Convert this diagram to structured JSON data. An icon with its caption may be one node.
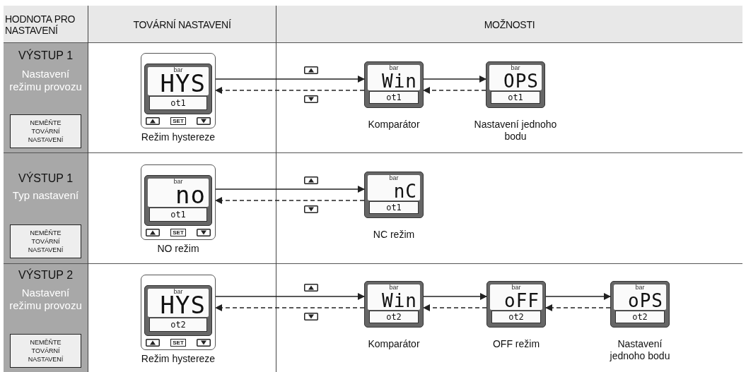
{
  "diagram": {
    "nodes": [
      {
        "text": [
          "NEMĚŇTE TOVÁRNÍ NASTAVENÍ"
        ]
      },
      {
        "text": [
          "bar",
          "HYS",
          "ot1",
          "SET"
        ],
        "beside": [
          "Režim hystereze"
        ]
      },
      {
        "text": [
          "bar",
          "Win",
          "ot1"
        ],
        "beside": [
          "Komparátor"
        ]
      },
      {
        "text": [
          "bar",
          "OPS",
          "ot1"
        ],
        "beside": [
          "Nastavení jednoho bodu"
        ]
      },
      {
        "text": [
          "NEMĚŇTE TOVÁRNÍ NASTAVENÍ"
        ]
      },
      {
        "text": [
          "bar",
          "no",
          "ot1",
          "SET"
        ],
        "beside": [
          "NO režim"
        ]
      },
      {
        "text": [
          "bar",
          "nC",
          "ot1"
        ],
        "beside": [
          "NC režim"
        ]
      },
      {
        "text": [
          "NEMĚŇTE TOVÁRNÍ NASTAVENÍ"
        ]
      },
      {
        "text": [
          "bar",
          "HYS",
          "ot2",
          "SET"
        ],
        "beside": [
          "Režim hystereze"
        ]
      },
      {
        "text": [
          "bar",
          "Win",
          "ot2"
        ],
        "beside": [
          "Komparátor"
        ]
      },
      {
        "text": [
          "bar",
          "oFF",
          "ot2"
        ],
        "beside": [
          "OFF režim"
        ]
      },
      {
        "text": [
          "bar",
          "oPS",
          "ot2"
        ],
        "beside": [
          "Nastavení jednoho bodu"
        ]
      }
    ],
    "edges": [
      {
        "from": 1,
        "to": 2,
        "arrow": "to"
      },
      {
        "from": 2,
        "to": 1,
        "arrow": "to",
        "style": "dashed"
      },
      {
        "from": 2,
        "to": 3,
        "arrow": "to"
      },
      {
        "from": 3,
        "to": 2,
        "arrow": "to",
        "style": "dashed"
      },
      {
        "from": 5,
        "to": 6,
        "arrow": "to"
      },
      {
        "from": 6,
        "to": 5,
        "arrow": "to",
        "style": "dashed"
      },
      {
        "from": 8,
        "to": 9,
        "arrow": "to"
      },
      {
        "from": 9,
        "to": 8,
        "arrow": "to",
        "style": "dashed"
      },
      {
        "from": 9,
        "to": 10,
        "arrow": "to"
      },
      {
        "from": 10,
        "to": 9,
        "arrow": "to",
        "style": "dashed"
      },
      {
        "from": 10,
        "to": 11,
        "arrow": "to"
      },
      {
        "from": 11,
        "to": 10,
        "arrow": "to",
        "style": "dashed"
      }
    ],
    "labels": [
      "HODNOTA PRO NASTAVENÍ",
      "TOVÁRNÍ NASTAVENÍ",
      "MOŽNOSTI",
      "VÝSTUP 1",
      "Nastavení režimu provozu",
      "VÝSTUP 1",
      "Typ nastavení",
      "VÝSTUP 2",
      "Nastavení režimu provozu"
    ]
  }
}
